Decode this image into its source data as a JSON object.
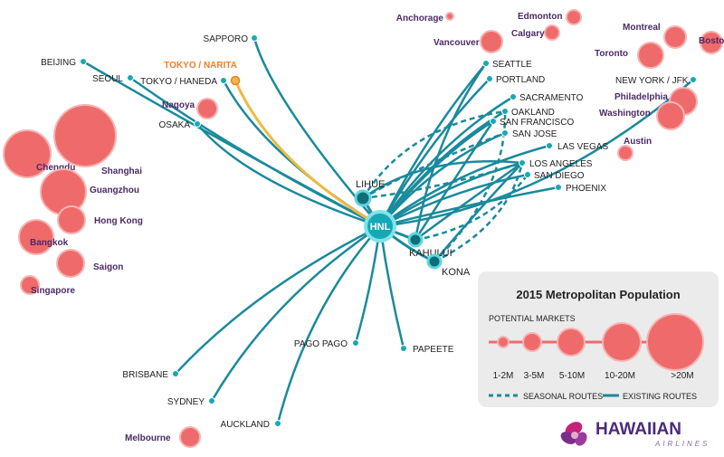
{
  "hub": {
    "code": "HNL"
  },
  "colors": {
    "route": "#1a8a9c",
    "node": "#17a8b6",
    "highlight": "#f0b942",
    "highlightLabel": "#f07e2a",
    "market": "#ef6b6b",
    "marketEdge": "#f7b3b3",
    "marketLabel": "#4a2a66",
    "cityLabel": "#222222"
  },
  "destinations": [
    {
      "id": "sapporo",
      "label": "SAPPORO"
    },
    {
      "id": "beijing",
      "label": "BEIJING"
    },
    {
      "id": "seoul",
      "label": "SEOUL"
    },
    {
      "id": "tokyo-haneda",
      "label": "TOKYO / HANEDA"
    },
    {
      "id": "tokyo-narita",
      "label": "TOKYO / NARITA",
      "highlight": true
    },
    {
      "id": "osaka",
      "label": "OSAKA"
    },
    {
      "id": "seattle",
      "label": "SEATTLE"
    },
    {
      "id": "portland",
      "label": "PORTLAND"
    },
    {
      "id": "sacramento",
      "label": "SACRAMENTO"
    },
    {
      "id": "oakland",
      "label": "OAKLAND"
    },
    {
      "id": "san-francisco",
      "label": "SAN FRANCISCO"
    },
    {
      "id": "san-jose",
      "label": "SAN JOSE"
    },
    {
      "id": "las-vegas",
      "label": "LAS VEGAS"
    },
    {
      "id": "los-angeles",
      "label": "LOS ANGELES"
    },
    {
      "id": "san-diego",
      "label": "SAN DIEGO"
    },
    {
      "id": "phoenix",
      "label": "PHOENIX"
    },
    {
      "id": "new-york-jfk",
      "label": "NEW YORK / JFK"
    },
    {
      "id": "pago-pago",
      "label": "PAGO PAGO"
    },
    {
      "id": "papeete",
      "label": "PAPEETE"
    },
    {
      "id": "brisbane",
      "label": "BRISBANE"
    },
    {
      "id": "sydney",
      "label": "SYDNEY"
    },
    {
      "id": "auckland",
      "label": "AUCKLAND"
    }
  ],
  "islands": [
    {
      "id": "lihue",
      "label": "LIHUE"
    },
    {
      "id": "kahului",
      "label": "KAHULUI"
    },
    {
      "id": "kona",
      "label": "KONA"
    }
  ],
  "markets": [
    {
      "id": "chengdu",
      "label": "Chengdu",
      "size_class": "10-20M"
    },
    {
      "id": "shanghai",
      "label": "Shanghai",
      "size_class": ">20M"
    },
    {
      "id": "guangzhou",
      "label": "Guangzhou",
      "size_class": "10-20M"
    },
    {
      "id": "hong-kong",
      "label": "Hong Kong",
      "size_class": "5-10M"
    },
    {
      "id": "bangkok",
      "label": "Bangkok",
      "size_class": "5-10M"
    },
    {
      "id": "saigon",
      "label": "Saigon",
      "size_class": "5-10M"
    },
    {
      "id": "singapore",
      "label": "Singapore",
      "size_class": "3-5M"
    },
    {
      "id": "nagoya",
      "label": "Nagoya",
      "size_class": "3-5M"
    },
    {
      "id": "anchorage",
      "label": "Anchorage",
      "size_class": "<1M"
    },
    {
      "id": "edmonton",
      "label": "Edmonton",
      "size_class": "1-2M"
    },
    {
      "id": "calgary",
      "label": "Calgary",
      "size_class": "1-2M"
    },
    {
      "id": "vancouver",
      "label": "Vancouver",
      "size_class": "3-5M"
    },
    {
      "id": "montreal",
      "label": "Montreal",
      "size_class": "3-5M"
    },
    {
      "id": "boston",
      "label": "Boston",
      "size_class": "3-5M"
    },
    {
      "id": "toronto",
      "label": "Toronto",
      "size_class": "5-10M"
    },
    {
      "id": "philadelphia",
      "label": "Philadelphia",
      "size_class": "5-10M"
    },
    {
      "id": "washington",
      "label": "Washington",
      "size_class": "5-10M"
    },
    {
      "id": "austin",
      "label": "Austin",
      "size_class": "1-2M"
    },
    {
      "id": "melbourne",
      "label": "Melbourne",
      "size_class": "3-5M"
    }
  ],
  "legend": {
    "title": "2015 Metropolitan Population",
    "subtitle": "POTENTIAL MARKETS",
    "sizes": [
      "1-2M",
      "3-5M",
      "5-10M",
      "10-20M",
      ">20M"
    ],
    "seasonal_label": "SEASONAL ROUTES",
    "existing_label": "EXISTING ROUTES"
  },
  "brand": {
    "name": "HAWAIIAN",
    "sub": "AIRLINES"
  }
}
